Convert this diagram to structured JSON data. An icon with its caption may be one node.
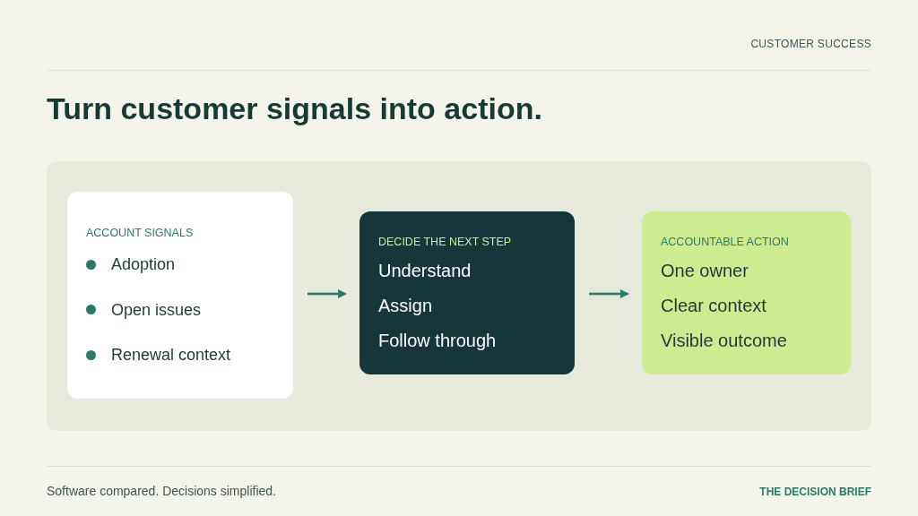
{
  "diagram": {
    "title": "Turn customer signals into action.",
    "nodes": [
      {
        "text": [
          "ACCOUNT SIGNALS",
          "Adoption",
          "Open issues",
          "Renewal context"
        ]
      },
      {
        "text": [
          "DECIDE THE NEXT STEP",
          "Understand",
          "Assign",
          "Follow through"
        ]
      },
      {
        "text": [
          "ACCOUNTABLE ACTION",
          "One owner",
          "Clear context",
          "Visible outcome"
        ]
      }
    ],
    "edges": [
      {
        "from": 0,
        "to": 1,
        "arrow": "to"
      },
      {
        "from": 1,
        "to": 2,
        "arrow": "to"
      }
    ],
    "labels": [
      "CUSTOMER SUCCESS",
      "Software compared. Decisions simplified.",
      "THE DECISION BRIEF"
    ]
  }
}
